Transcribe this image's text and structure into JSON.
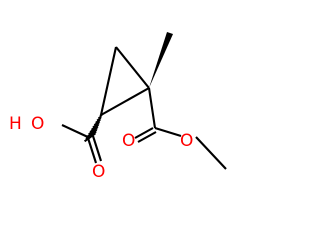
{
  "atoms": {
    "hydroxyl_hydrogen": "H",
    "hydroxyl_oxygen": "O",
    "acid_carbonyl_oxygen": "O",
    "ester_carbonyl_oxygen": "O",
    "ester_ether_oxygen": "O"
  },
  "colors": {
    "bond": "#000000",
    "heteroatom": "#ff0000",
    "background": "#ffffff"
  }
}
